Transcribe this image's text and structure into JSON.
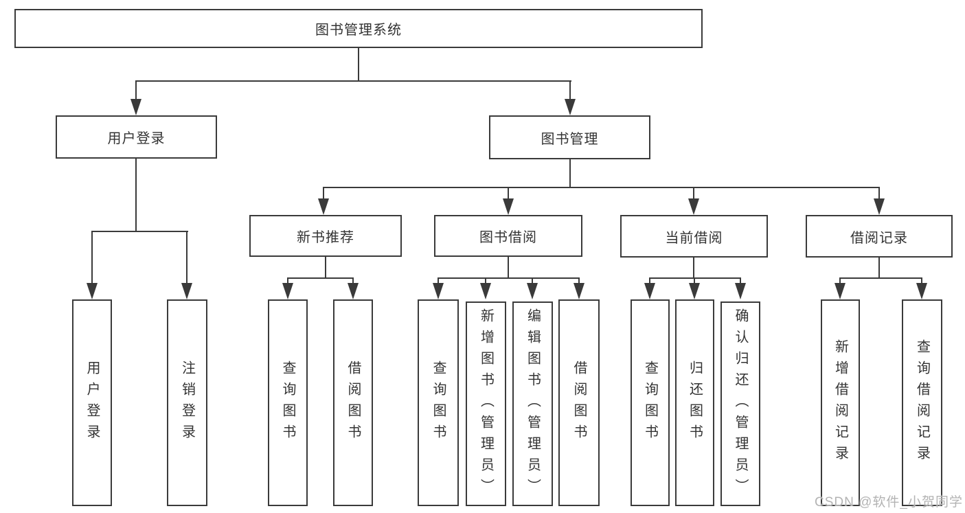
{
  "nodes": {
    "root": "图书管理系统",
    "user_login": "用户登录",
    "book_mgmt": "图书管理",
    "new_book": "新书推荐",
    "book_borrow": "图书借阅",
    "current_borrow": "当前借阅",
    "borrow_record": "借阅记录"
  },
  "leaves": {
    "user_login": [
      "用户登录",
      "注销登录"
    ],
    "new_book": [
      "查询图书",
      "借阅图书"
    ],
    "book_borrow": [
      "查询图书",
      "新增图书（管理员）",
      "编辑图书（管理员）",
      "借阅图书"
    ],
    "current_borrow": [
      "查询图书",
      "归还图书",
      "确认归还（管理员）"
    ],
    "borrow_record": [
      "新增借阅记录",
      "查询借阅记录"
    ]
  },
  "watermark": "CSDN @软件_小贺同学",
  "colors": {
    "line": "#3a3a3a",
    "text": "#333333",
    "watermark": "#b3b3b3",
    "background": "#ffffff"
  }
}
